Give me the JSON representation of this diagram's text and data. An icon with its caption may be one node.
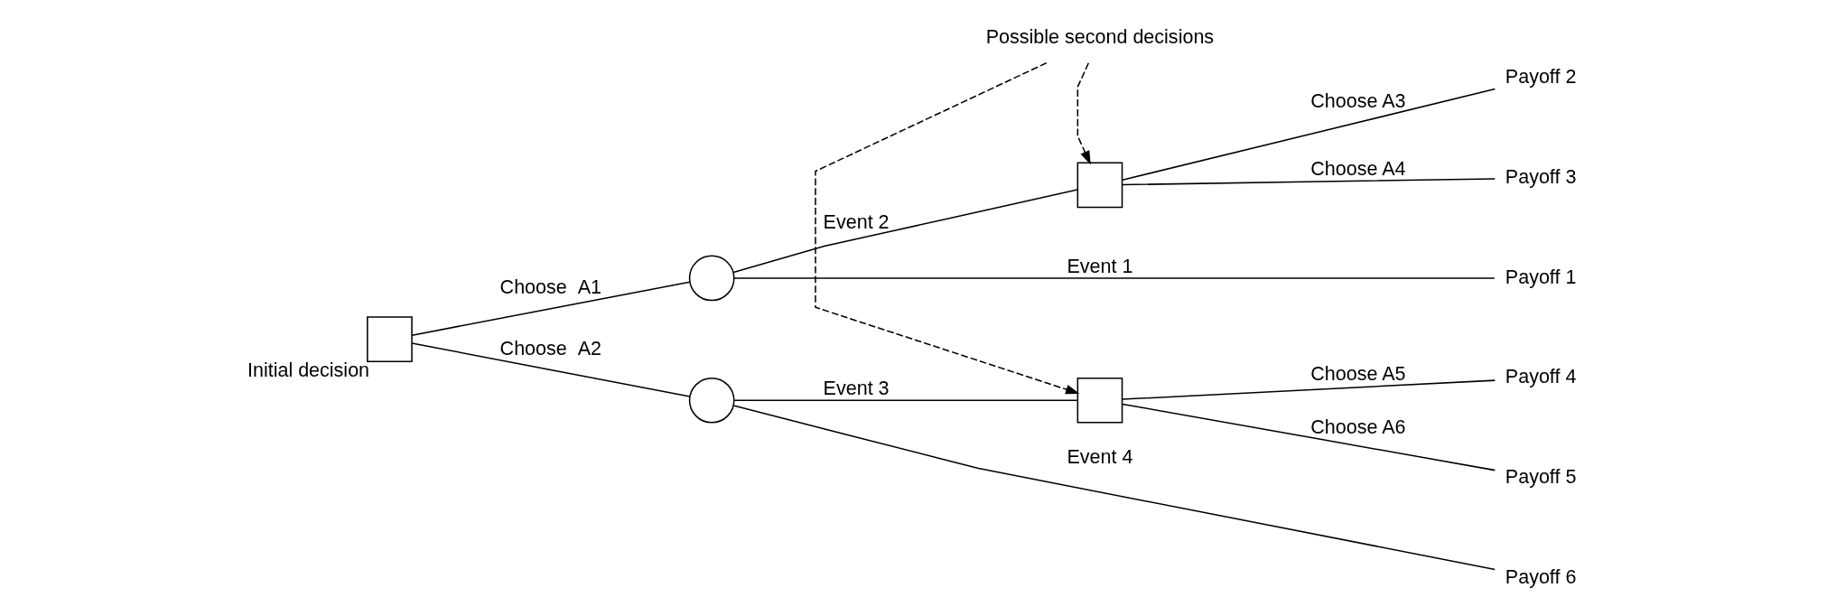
{
  "diagram": {
    "nodes": [
      {
        "text": [],
        "shape": "box",
        "beside": [
          "Initial decision"
        ]
      },
      {
        "text": [],
        "shape": "circle"
      },
      {
        "text": [],
        "shape": "circle"
      },
      {
        "text": [],
        "shape": "box"
      },
      {
        "text": [],
        "shape": "box"
      },
      {
        "text": [
          "Payoff 1"
        ]
      },
      {
        "text": [
          "Payoff 2"
        ]
      },
      {
        "text": [
          "Payoff 3"
        ]
      },
      {
        "text": [
          "Payoff 4"
        ]
      },
      {
        "text": [
          "Payoff 5"
        ]
      },
      {
        "text": [
          "Payoff 6"
        ]
      },
      {
        "text": [
          "Possible second decisions"
        ]
      }
    ],
    "edges": [
      {
        "from": 0,
        "to": 1,
        "arrow": "none",
        "label": "Choose  A1"
      },
      {
        "from": 0,
        "to": 2,
        "arrow": "none",
        "label": "Choose  A2"
      },
      {
        "from": 1,
        "to": 5,
        "arrow": "none",
        "label": "Event 1"
      },
      {
        "from": 1,
        "to": 3,
        "arrow": "none",
        "label": "Event 2"
      },
      {
        "from": 3,
        "to": 6,
        "arrow": "none",
        "label": "Choose A3"
      },
      {
        "from": 3,
        "to": 7,
        "arrow": "none",
        "label": "Choose A4"
      },
      {
        "from": 11,
        "to": 3,
        "arrow": "to",
        "style": "dashed"
      },
      {
        "from": 11,
        "to": 4,
        "arrow": "to",
        "style": "dashed"
      },
      {
        "from": 2,
        "to": 4,
        "arrow": "none",
        "label": "Event 3"
      },
      {
        "from": 4,
        "to": 8,
        "arrow": "none",
        "label": "Choose A5"
      },
      {
        "from": 4,
        "to": 9,
        "arrow": "none",
        "label": "Choose A6"
      },
      {
        "from": 2,
        "to": 10,
        "arrow": "none",
        "label": "Event 4"
      }
    ]
  }
}
